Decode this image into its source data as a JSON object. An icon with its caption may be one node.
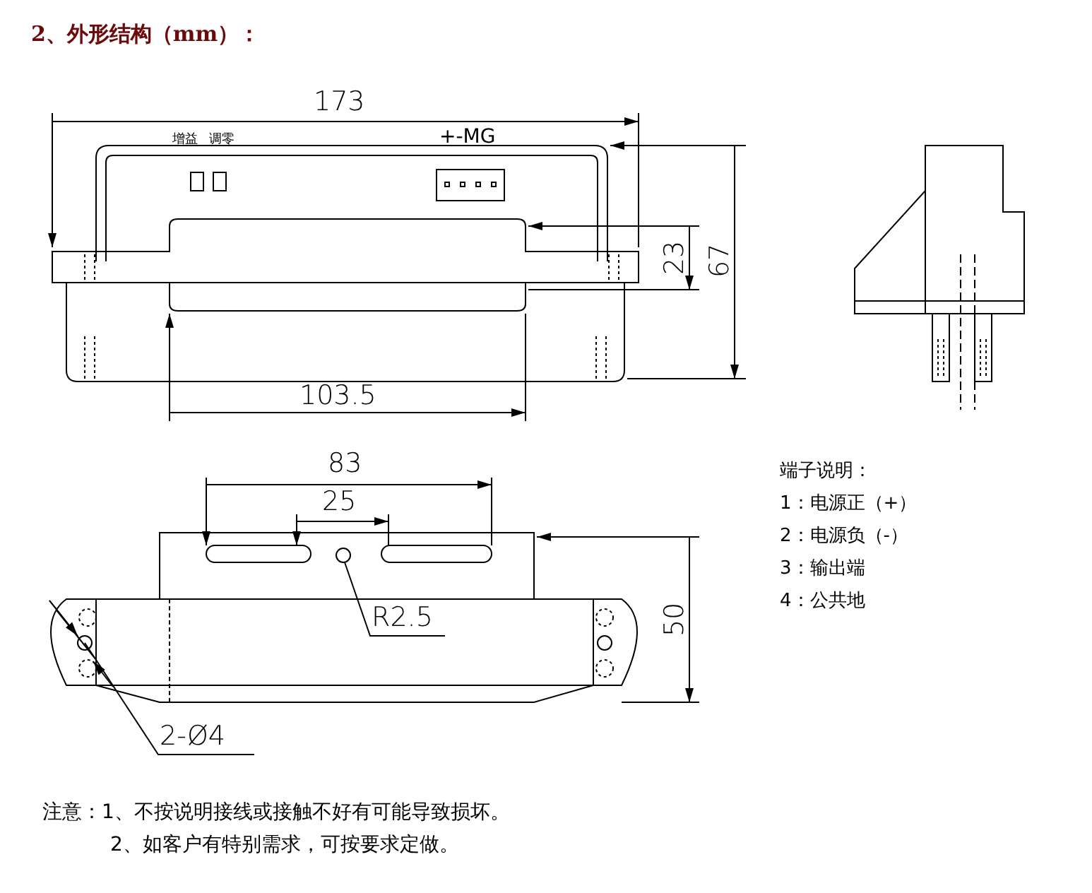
{
  "diagram": {
    "title": "2、外形结构（mm）：",
    "labels": [
      "173",
      "增益",
      "调零",
      "+-MG",
      "23",
      "67",
      "103.5",
      "83",
      "25",
      "R2.5",
      "50",
      "2-Ø4",
      "端子说明：",
      "1：电源正（+）",
      "2：电源负（-）",
      "3：输出端",
      "4：公共地",
      "注意：1、不按说明接线或接触不好有可能导致损坏。",
      "2、如客户有特别需求，可按要求定做。"
    ]
  }
}
